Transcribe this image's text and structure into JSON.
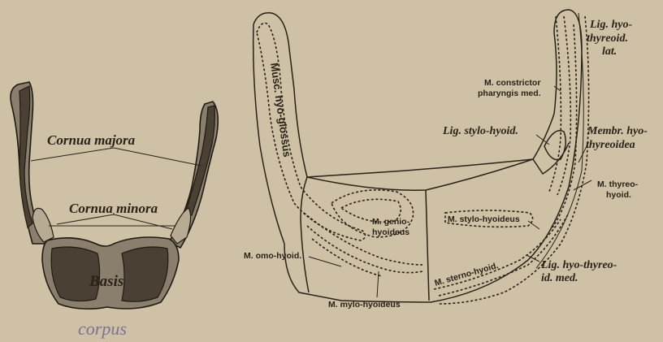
{
  "left_figure": {
    "labels": {
      "cornua_majora": "Cornua majora",
      "cornua_minora": "Cornua minora",
      "basis": "Basis"
    },
    "handwritten_note": "corpus"
  },
  "right_figure": {
    "labels": {
      "musc_hyo_glossus": "Musc. hyo-glossus",
      "m_genio_hyoideus_1": "M. genio-",
      "m_genio_hyoideus_2": "hyoideus",
      "m_omo_hyoid": "M. omo-hyoid.",
      "m_mylo_hyoideus": "M. mylo-hyoideus",
      "m_stylo_hyoideus": "M. stylo-hyoideus",
      "m_sterno_hyoid": "M. sterno-hyoid.",
      "lig_stylo_hyoid": "Lig. stylo-hyoid.",
      "m_constrictor_1": "M. constrictor",
      "m_constrictor_2": "pharyngis med.",
      "lig_hyo_thyreoid_lat_1": "Lig. hyo-",
      "lig_hyo_thyreoid_lat_2": "thyreoid.",
      "lig_hyo_thyreoid_lat_3": "lat.",
      "membr_hyo_thyreoidea_1": "Membr. hyo-",
      "membr_hyo_thyreoidea_2": "thyreoidea",
      "m_thyreo_hyoid_1": "M. thyreo-",
      "m_thyreo_hyoid_2": "hyoid.",
      "lig_hyo_thyreoid_med_1": "Lig. hyo-thyreo-",
      "lig_hyo_thyreoid_med_2": "id. med."
    }
  }
}
